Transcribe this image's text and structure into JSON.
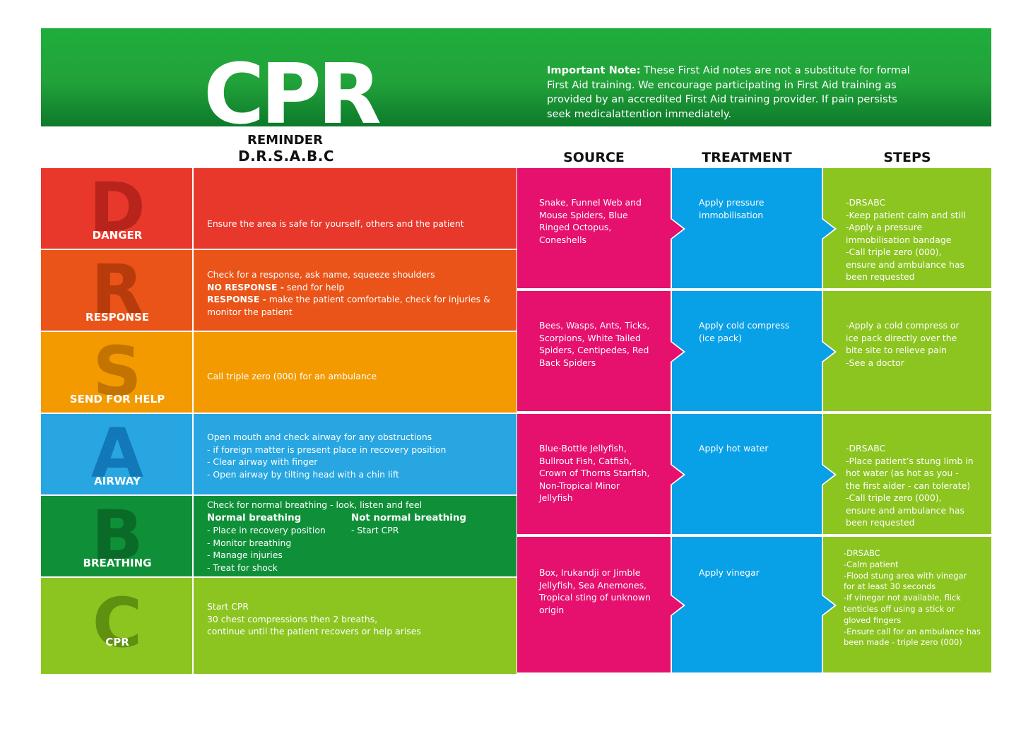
{
  "header": {
    "title": "CPR",
    "subtitle": "REMINDER",
    "acronym": "D.R.S.A.B.C",
    "note_label": "Important Note:",
    "note_text": " These First Aid notes are not a substitute for formal First Aid training. We encourage participating in First Aid training as provided by an accredited First Aid training provider. If pain persists seek medicalattention immediately."
  },
  "columns": {
    "source": "SOURCE",
    "treatment": "TREATMENT",
    "steps": "STEPS"
  },
  "colors": {
    "banner": "#22a23a",
    "danger": "#e8382b",
    "response": "#ea5418",
    "send_for_help": "#f29a00",
    "airway": "#27a6e1",
    "breathing": "#0f9038",
    "cpr": "#8cc420",
    "source": "#e6106e",
    "treatment": "#08a0e6",
    "steps": "#8cc420"
  },
  "drsabc": [
    {
      "letter": "D",
      "label": "DANGER",
      "text": "Ensure the area is safe for yourself, others and the patient"
    },
    {
      "letter": "R",
      "label": "RESPONSE",
      "line1": "Check for a response, ask name, squeeze shoulders",
      "b1": "NO RESPONSE -",
      "t1": " send for help",
      "b2": "RESPONSE -",
      "t2": " make the patient comfortable, check for injuries & monitor the patient"
    },
    {
      "letter": "S",
      "label": "SEND FOR HELP",
      "text": "Call triple zero (000) for an ambulance"
    },
    {
      "letter": "A",
      "label": "AIRWAY",
      "line1": "Open mouth and check airway for any obstructions",
      "line2": "- if foreign matter is present place in recovery position",
      "line3": "- Clear airway with finger",
      "line4": "- Open airway by tilting head with a chin lift"
    },
    {
      "letter": "B",
      "label": "BREATHING",
      "line1": "Check for normal breathing - look, listen and feel",
      "normal_head": "Normal breathing",
      "normal_items": [
        "- Place in recovery position",
        "- Monitor breathing",
        "- Manage injuries",
        "- Treat for shock"
      ],
      "abnormal_head": "Not normal breathing",
      "abnormal_items": [
        "- Start CPR"
      ]
    },
    {
      "letter": "C",
      "label": "CPR",
      "line1": "Start CPR",
      "line2": "30 chest compressions then 2 breaths,",
      "line3": "continue until the patient recovers or help arises"
    }
  ],
  "bites": [
    {
      "source": [
        "Snake, Funnel Web and",
        "Mouse Spiders, Blue",
        "Ringed Octopus,",
        "Coneshells"
      ],
      "treatment": [
        "Apply pressure",
        "immobilisation"
      ],
      "steps": [
        "-DRSABC",
        "-Keep patient calm and still",
        "-Apply a pressure",
        "immobilisation bandage",
        "-Call triple zero (000),",
        "ensure and ambulance has",
        "been requested"
      ]
    },
    {
      "source": [
        "Bees, Wasps, Ants, Ticks,",
        "Scorpions, White Tailed",
        "Spiders, Centipedes, Red",
        "Back Spiders"
      ],
      "treatment": [
        "Apply cold compress",
        "(ice pack)"
      ],
      "steps": [
        "-Apply a cold compress or",
        "ice pack directly over the",
        "bite site to relieve pain",
        "-See a doctor"
      ]
    },
    {
      "source": [
        "Blue-Bottle Jellyfish,",
        "Bullrout Fish, Catfish,",
        "Crown of Thorns Starfish,",
        "Non-Tropical Minor",
        "Jellyfish"
      ],
      "treatment": [
        "Apply hot water"
      ],
      "steps": [
        "-DRSABC",
        "-Place patient’s stung limb in",
        "hot water (as hot as you -",
        "the first aider - can tolerate)",
        "-Call triple zero (000),",
        "ensure and ambulance has",
        "been requested"
      ]
    },
    {
      "source": [
        "Box, Irukandji or Jimble",
        "Jellyfish, Sea Anemones,",
        "Tropical sting of unknown",
        "origin"
      ],
      "treatment": [
        "Apply vinegar"
      ],
      "steps": [
        "-DRSABC",
        "-Calm patient",
        "-Flood stung area with vinegar",
        "for at least 30 seconds",
        "-If vinegar not available, flick",
        "tenticles off using a stick or",
        "gloved fingers",
        "-Ensure call for an ambulance has",
        "been made - triple zero (000)"
      ]
    }
  ]
}
